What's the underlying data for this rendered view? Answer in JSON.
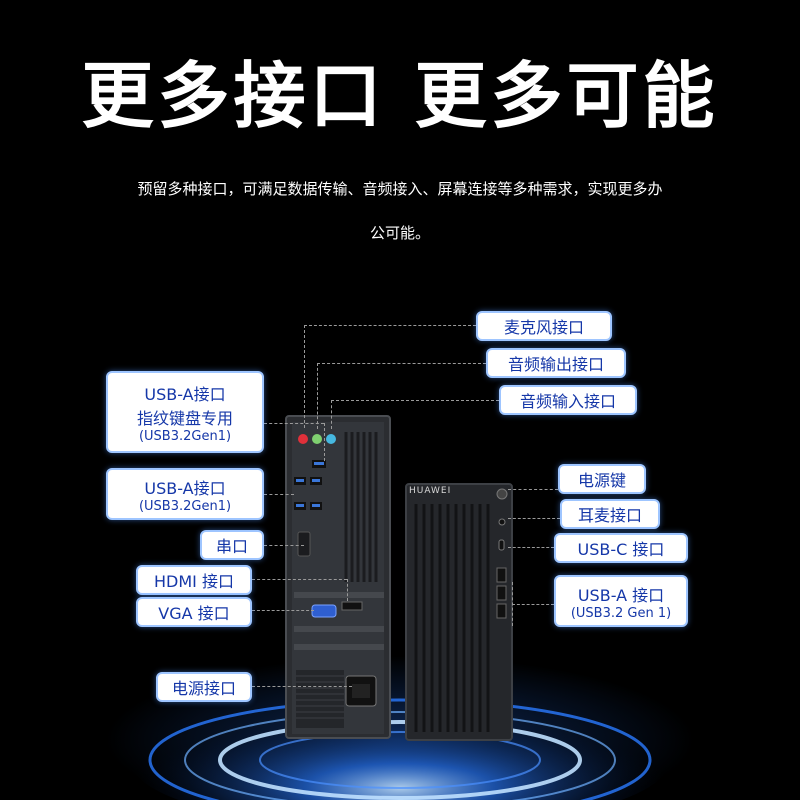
{
  "headline": "更多接口 更多可能",
  "description_line1": "预留多种接口，可满足数据传输、音频接入、屏幕连接等多种需求，实现更多办",
  "description_line2": "公可能。",
  "brand": "HUAWEI",
  "labels": {
    "mic": "麦克风接口",
    "audio_out": "音频输出接口",
    "audio_in": "音频输入接口",
    "usb_a_fp_line1": "USB-A接口",
    "usb_a_fp_line2": "指纹键盘专用",
    "usb_a_fp_line3": "(USB3.2Gen1)",
    "usb_a_rear_line1": "USB-A接口",
    "usb_a_rear_line2": "(USB3.2Gen1)",
    "serial": "串口",
    "hdmi": "HDMI 接口",
    "vga": "VGA 接口",
    "power_port": "电源接口",
    "power_key": "电源键",
    "headset": "耳麦接口",
    "usb_c": "USB-C 接口",
    "usb_a_front_line1": "USB-A 接口",
    "usb_a_front_line2": "(USB3.2 Gen 1)"
  },
  "colors": {
    "label_text": "#1537a8",
    "label_border": "#9ec5ff",
    "glow": "#2a7bff"
  }
}
